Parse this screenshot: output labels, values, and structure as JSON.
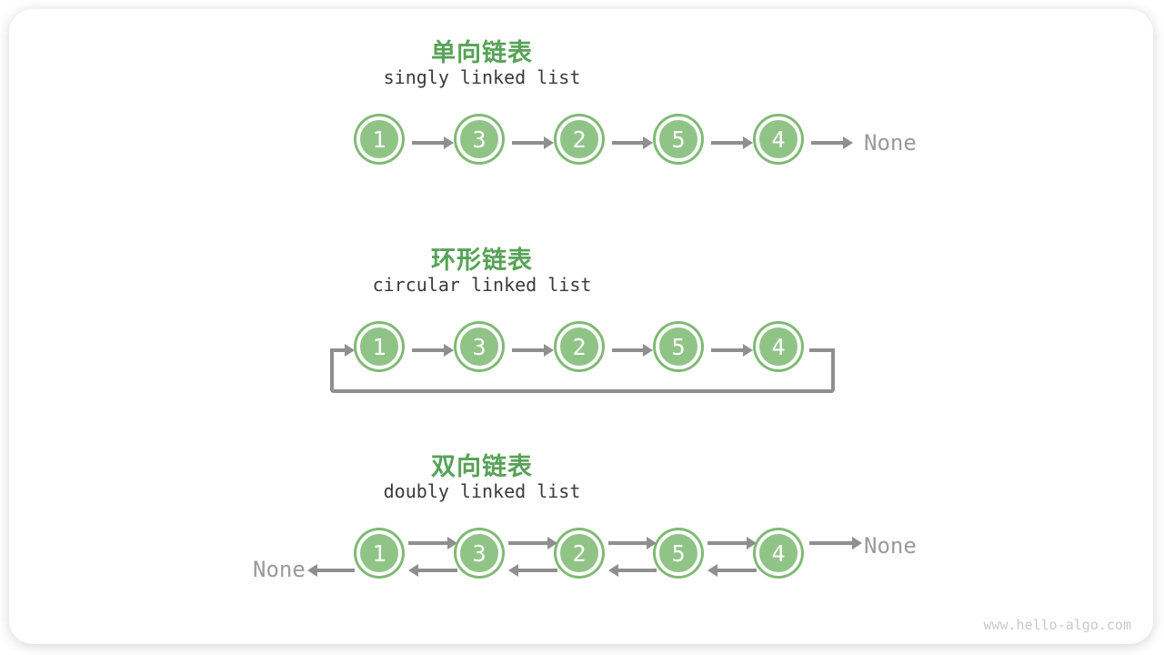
{
  "diagram": {
    "watermark": "www.hello-algo.com",
    "colors": {
      "node_fill": "#90C487",
      "node_ring": "#7FBA74",
      "title_green": "#57A257",
      "arrow_gray": "#8F8F8F",
      "subtitle_gray": "#3A3A3A",
      "none_gray": "#9A9A9A"
    },
    "sections": [
      {
        "id": "singly",
        "title": "单向链表",
        "subtitle": "singly linked list",
        "nodes": [
          "1",
          "3",
          "2",
          "5",
          "4"
        ],
        "tail": "None"
      },
      {
        "id": "circular",
        "title": "环形链表",
        "subtitle": "circular linked list",
        "nodes": [
          "1",
          "3",
          "2",
          "5",
          "4"
        ]
      },
      {
        "id": "doubly",
        "title": "双向链表",
        "subtitle": "doubly linked list",
        "nodes": [
          "1",
          "3",
          "2",
          "5",
          "4"
        ],
        "head": "None",
        "tail": "None"
      }
    ]
  }
}
